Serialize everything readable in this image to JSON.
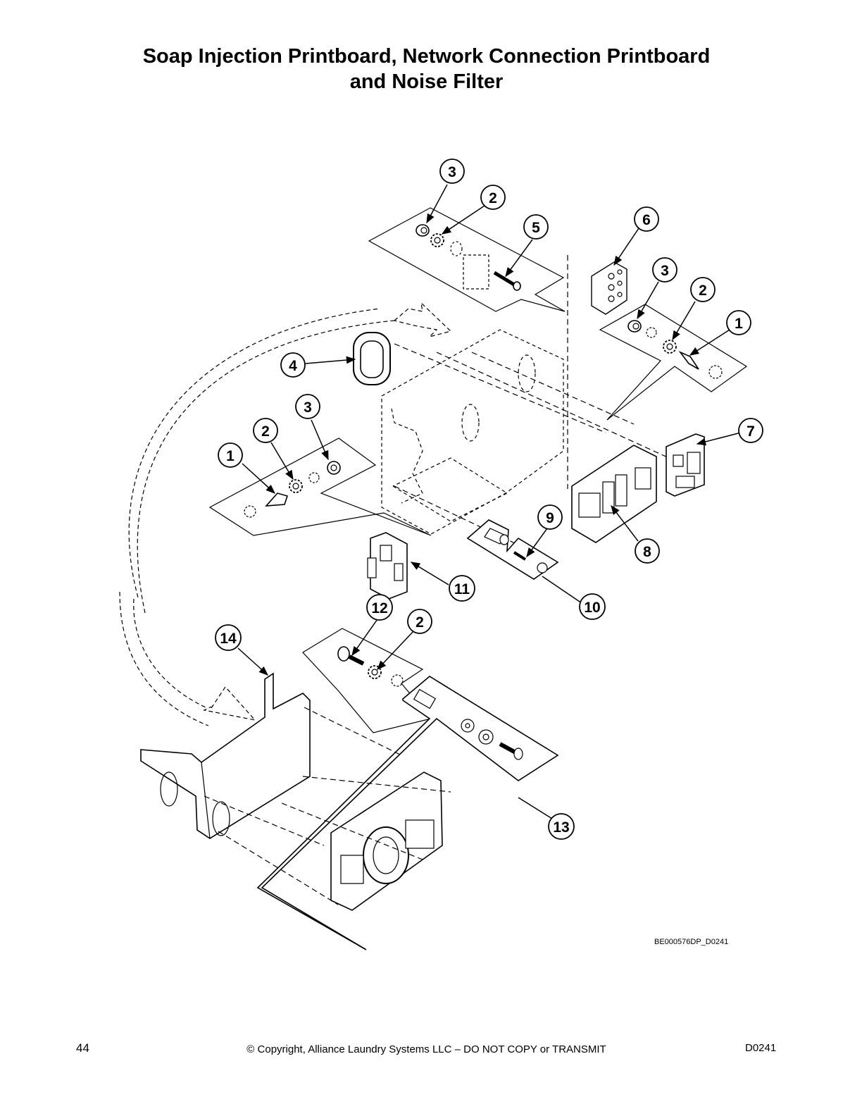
{
  "title": {
    "line1": "Soap Injection Printboard, Network Connection Printboard",
    "line2": "and Noise Filter"
  },
  "figure_id": "BE000576DP_D0241",
  "callouts": [
    {
      "id": "c3a",
      "label": "3"
    },
    {
      "id": "c2a",
      "label": "2"
    },
    {
      "id": "c5",
      "label": "5"
    },
    {
      "id": "c6",
      "label": "6"
    },
    {
      "id": "c3b",
      "label": "3"
    },
    {
      "id": "c2b",
      "label": "2"
    },
    {
      "id": "c1a",
      "label": "1"
    },
    {
      "id": "c4",
      "label": "4"
    },
    {
      "id": "c3c",
      "label": "3"
    },
    {
      "id": "c2c",
      "label": "2"
    },
    {
      "id": "c1b",
      "label": "1"
    },
    {
      "id": "c7",
      "label": "7"
    },
    {
      "id": "c9",
      "label": "9"
    },
    {
      "id": "c8",
      "label": "8"
    },
    {
      "id": "c11",
      "label": "11"
    },
    {
      "id": "c10",
      "label": "10"
    },
    {
      "id": "c12",
      "label": "12"
    },
    {
      "id": "c2d",
      "label": "2"
    },
    {
      "id": "c14",
      "label": "14"
    },
    {
      "id": "c13",
      "label": "13"
    }
  ],
  "footer": {
    "page_number": "44",
    "copyright": "© Copyright, Alliance Laundry Systems LLC – DO NOT COPY or TRANSMIT",
    "doc_code": "D0241"
  }
}
